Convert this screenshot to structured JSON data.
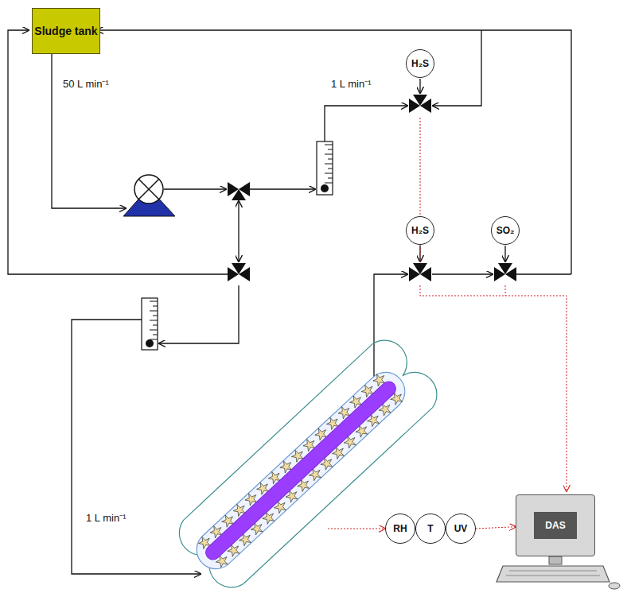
{
  "diagram": {
    "nodes": [
      {
        "text": [
          "Sludge tank"
        ]
      },
      {
        "text": [
          "H₂S"
        ]
      },
      {
        "text": [
          "H₂S"
        ]
      },
      {
        "text": [
          "SO₂"
        ]
      },
      {
        "text": [
          "RH"
        ]
      },
      {
        "text": [
          "T"
        ]
      },
      {
        "text": [
          "UV"
        ]
      },
      {
        "text": [
          "DAS"
        ]
      }
    ],
    "edges": [
      {
        "from": 6,
        "to": 7,
        "arrow": "to"
      }
    ],
    "labels": [
      "50 L min⁻¹",
      "1 L min⁻¹",
      "1 L min⁻¹"
    ]
  }
}
